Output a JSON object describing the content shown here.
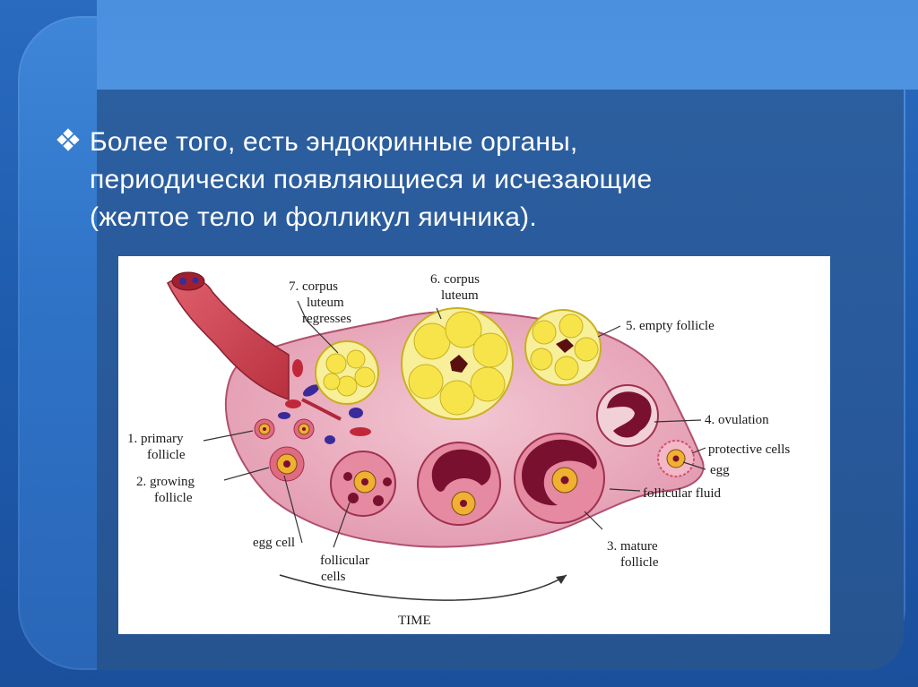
{
  "slide": {
    "bullet_icon": "diamond-bullet-icon",
    "text_lines": [
      "Более того, есть эндокринные органы,",
      "периодически появляющиеся и исчезающие",
      "(желтое тело и фолликул яичника)."
    ]
  },
  "diagram": {
    "labels": {
      "corpus_luteum_regresses": [
        "7. corpus",
        "luteum",
        "regresses"
      ],
      "corpus_luteum": [
        "6. corpus",
        "luteum"
      ],
      "empty_follicle": [
        "5. empty follicle"
      ],
      "ovulation": [
        "4. ovulation"
      ],
      "protective_cells": [
        "protective cells"
      ],
      "egg": [
        "egg"
      ],
      "follicular_fluid": [
        "follicular fluid"
      ],
      "mature_follicle": [
        "3. mature",
        "follicle"
      ],
      "primary_follicle": [
        "1. primary",
        "follicle"
      ],
      "growing_follicle": [
        "2. growing",
        "follicle"
      ],
      "egg_cell": [
        "egg cell"
      ],
      "follicular_cells": [
        "follicular",
        "cells"
      ],
      "time": [
        "TIME"
      ]
    },
    "colors": {
      "ovary": "#e8a6b8",
      "ovary_edge": "#b0506e",
      "vessel": "#d9485a",
      "luteum": "#f7e44a",
      "egg": "#f0b030",
      "follicle_dark": "#7a1030"
    }
  }
}
